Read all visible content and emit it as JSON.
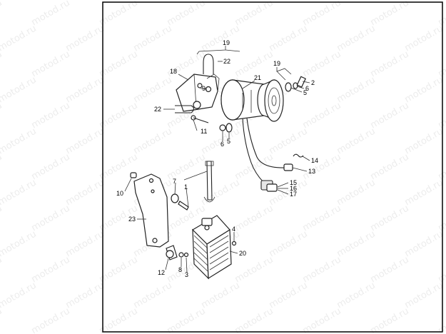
{
  "watermark": {
    "text": "motod.ru"
  },
  "callouts": {
    "c1": "1",
    "c2": "2",
    "c3": "3",
    "c4": "4",
    "c5a": "5",
    "c5b": "5",
    "c6a": "6",
    "c6b": "6",
    "c7": "7",
    "c8": "8",
    "c9": "9",
    "c10": "10",
    "c11": "11",
    "c12": "12",
    "c13": "13",
    "c14": "14",
    "c15": "15",
    "c16": "16",
    "c17": "17",
    "c18": "18",
    "c19a": "19",
    "c19b": "19",
    "c20": "20",
    "c21": "21",
    "c22a": "22",
    "c22b": "22",
    "c23": "23"
  }
}
